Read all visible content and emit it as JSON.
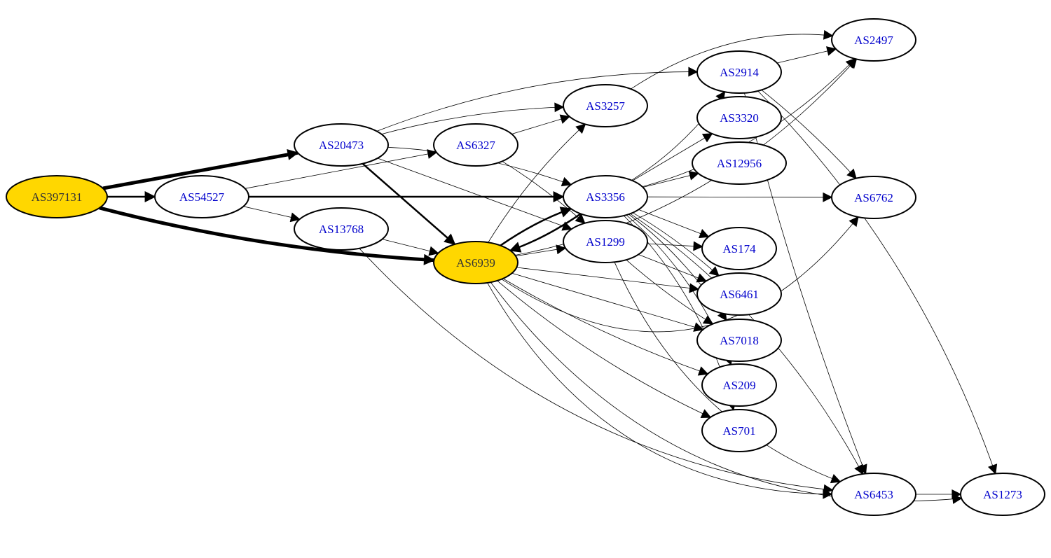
{
  "colors": {
    "node_fill_highlight": "#FFD700",
    "node_fill_default": "#FFFFFF",
    "node_stroke": "#000000",
    "label_default": "#0000CC",
    "label_highlight": "#333333",
    "edge": "#000000"
  },
  "nodes": [
    {
      "id": "AS397131",
      "label": "AS397131",
      "highlight": true
    },
    {
      "id": "AS20473",
      "label": "AS20473"
    },
    {
      "id": "AS54527",
      "label": "AS54527"
    },
    {
      "id": "AS13768",
      "label": "AS13768"
    },
    {
      "id": "AS6939",
      "label": "AS6939",
      "highlight": true
    },
    {
      "id": "AS6327",
      "label": "AS6327"
    },
    {
      "id": "AS3257",
      "label": "AS3257"
    },
    {
      "id": "AS3356",
      "label": "AS3356"
    },
    {
      "id": "AS1299",
      "label": "AS1299"
    },
    {
      "id": "AS2914",
      "label": "AS2914"
    },
    {
      "id": "AS3320",
      "label": "AS3320"
    },
    {
      "id": "AS12956",
      "label": "AS12956"
    },
    {
      "id": "AS174",
      "label": "AS174"
    },
    {
      "id": "AS6461",
      "label": "AS6461"
    },
    {
      "id": "AS7018",
      "label": "AS7018"
    },
    {
      "id": "AS209",
      "label": "AS209"
    },
    {
      "id": "AS701",
      "label": "AS701"
    },
    {
      "id": "AS2497",
      "label": "AS2497"
    },
    {
      "id": "AS6762",
      "label": "AS6762"
    },
    {
      "id": "AS6453",
      "label": "AS6453"
    },
    {
      "id": "AS1273",
      "label": "AS1273"
    }
  ],
  "edges": [
    {
      "from": "AS397131",
      "to": "AS20473",
      "weight": "heavy"
    },
    {
      "from": "AS397131",
      "to": "AS54527",
      "weight": "medium"
    },
    {
      "from": "AS397131",
      "to": "AS6939",
      "weight": "heavy"
    },
    {
      "from": "AS20473",
      "to": "AS6939",
      "weight": "medium"
    },
    {
      "from": "AS20473",
      "to": "AS2914",
      "weight": "thin"
    },
    {
      "from": "AS20473",
      "to": "AS3257",
      "weight": "thin"
    },
    {
      "from": "AS20473",
      "to": "AS3356",
      "weight": "thin"
    },
    {
      "from": "AS20473",
      "to": "AS1299",
      "weight": "thin"
    },
    {
      "from": "AS54527",
      "to": "AS3356",
      "weight": "medium"
    },
    {
      "from": "AS54527",
      "to": "AS6327",
      "weight": "thin"
    },
    {
      "from": "AS54527",
      "to": "AS13768",
      "weight": "thin"
    },
    {
      "from": "AS13768",
      "to": "AS6939",
      "weight": "thin"
    },
    {
      "from": "AS13768",
      "to": "AS6453",
      "weight": "thin"
    },
    {
      "from": "AS6327",
      "to": "AS3257",
      "weight": "thin"
    },
    {
      "from": "AS6327",
      "to": "AS1299",
      "weight": "thin"
    },
    {
      "from": "AS6939",
      "to": "AS3356",
      "weight": "medium"
    },
    {
      "from": "AS3356",
      "to": "AS6939",
      "weight": "medium"
    },
    {
      "from": "AS6939",
      "to": "AS1299",
      "weight": "thin"
    },
    {
      "from": "AS6939",
      "to": "AS3257",
      "weight": "thin"
    },
    {
      "from": "AS6939",
      "to": "AS2497",
      "weight": "thin"
    },
    {
      "from": "AS6939",
      "to": "AS6461",
      "weight": "thin"
    },
    {
      "from": "AS6939",
      "to": "AS7018",
      "weight": "thin"
    },
    {
      "from": "AS6939",
      "to": "AS209",
      "weight": "thin"
    },
    {
      "from": "AS6939",
      "to": "AS701",
      "weight": "thin"
    },
    {
      "from": "AS6939",
      "to": "AS6762",
      "weight": "thin"
    },
    {
      "from": "AS6939",
      "to": "AS6453",
      "weight": "thin"
    },
    {
      "from": "AS6939",
      "to": "AS1273",
      "weight": "thin"
    },
    {
      "from": "AS3257",
      "to": "AS2497",
      "weight": "thin"
    },
    {
      "from": "AS3356",
      "to": "AS2914",
      "weight": "thin"
    },
    {
      "from": "AS3356",
      "to": "AS2497",
      "weight": "thin"
    },
    {
      "from": "AS3356",
      "to": "AS3320",
      "weight": "thin"
    },
    {
      "from": "AS3356",
      "to": "AS12956",
      "weight": "thin"
    },
    {
      "from": "AS3356",
      "to": "AS6762",
      "weight": "thin"
    },
    {
      "from": "AS3356",
      "to": "AS174",
      "weight": "thin"
    },
    {
      "from": "AS3356",
      "to": "AS6461",
      "weight": "thin"
    },
    {
      "from": "AS3356",
      "to": "AS7018",
      "weight": "thin"
    },
    {
      "from": "AS3356",
      "to": "AS209",
      "weight": "thin"
    },
    {
      "from": "AS3356",
      "to": "AS701",
      "weight": "thin"
    },
    {
      "from": "AS3356",
      "to": "AS6453",
      "weight": "thin"
    },
    {
      "from": "AS1299",
      "to": "AS174",
      "weight": "thin"
    },
    {
      "from": "AS1299",
      "to": "AS6461",
      "weight": "thin"
    },
    {
      "from": "AS1299",
      "to": "AS7018",
      "weight": "thin"
    },
    {
      "from": "AS1299",
      "to": "AS6453",
      "weight": "thin"
    },
    {
      "from": "AS2914",
      "to": "AS2497",
      "weight": "thin"
    },
    {
      "from": "AS2914",
      "to": "AS6762",
      "weight": "thin"
    },
    {
      "from": "AS2914",
      "to": "AS6453",
      "weight": "thin"
    },
    {
      "from": "AS2914",
      "to": "AS1273",
      "weight": "thin"
    },
    {
      "from": "AS6453",
      "to": "AS1273",
      "weight": "thin"
    }
  ]
}
